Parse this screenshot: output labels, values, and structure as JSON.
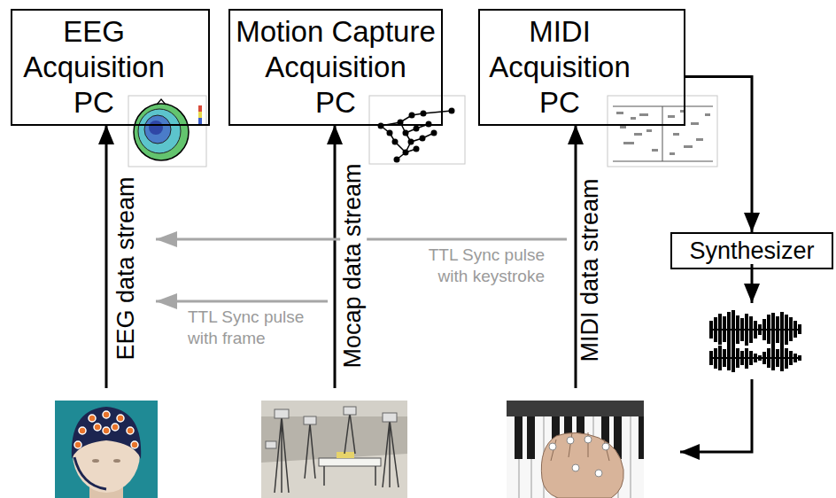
{
  "diagram": {
    "nodes": [
      {
        "text": [
          "EEG Acquisition PC"
        ]
      },
      {
        "text": [
          "Motion Capture Acquisition PC"
        ]
      },
      {
        "text": [
          "MIDI Acquisition PC"
        ]
      },
      {
        "text": [
          "Synthesizer"
        ]
      }
    ],
    "edges": [
      {
        "from": 2,
        "to": 3,
        "arrow": "to"
      }
    ],
    "labels": [
      "EEG data stream",
      "Mocap data stream",
      "MIDI data stream",
      "TTL Sync pulse with keystroke",
      "TTL Sync pulse with frame"
    ]
  }
}
